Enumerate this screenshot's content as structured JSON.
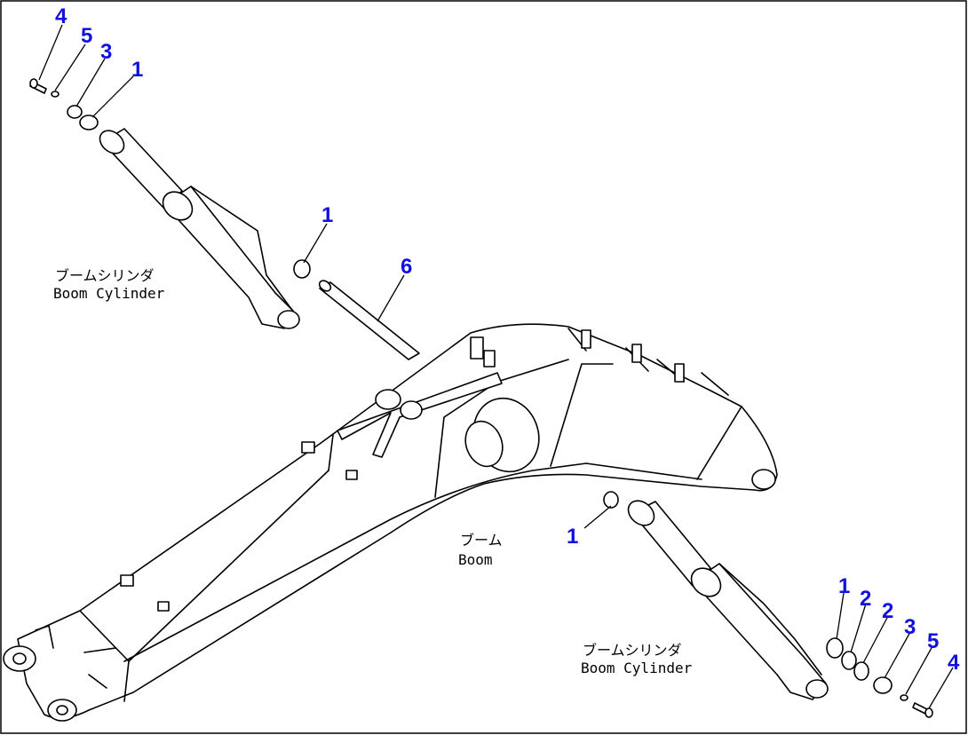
{
  "labels": {
    "boom_cyl_left_jp": "ブームシリンダ",
    "boom_cyl_left_en": "Boom Cylinder",
    "boom_jp": "ブーム",
    "boom_en": "Boom",
    "boom_cyl_right_jp": "ブームシリンダ",
    "boom_cyl_right_en": "Boom Cylinder"
  },
  "callouts": {
    "c_tl_4": "4",
    "c_tl_5": "5",
    "c_tl_3": "3",
    "c_tl_1": "1",
    "c_mid_1": "1",
    "c_pin_6": "6",
    "c_boom_1": "1",
    "c_br_1": "1",
    "c_br_2a": "2",
    "c_br_2b": "2",
    "c_br_3": "3",
    "c_br_5": "5",
    "c_br_4": "4"
  },
  "colors": {
    "callout": "#1010e0",
    "line": "#000000",
    "background": "#ffffff"
  }
}
